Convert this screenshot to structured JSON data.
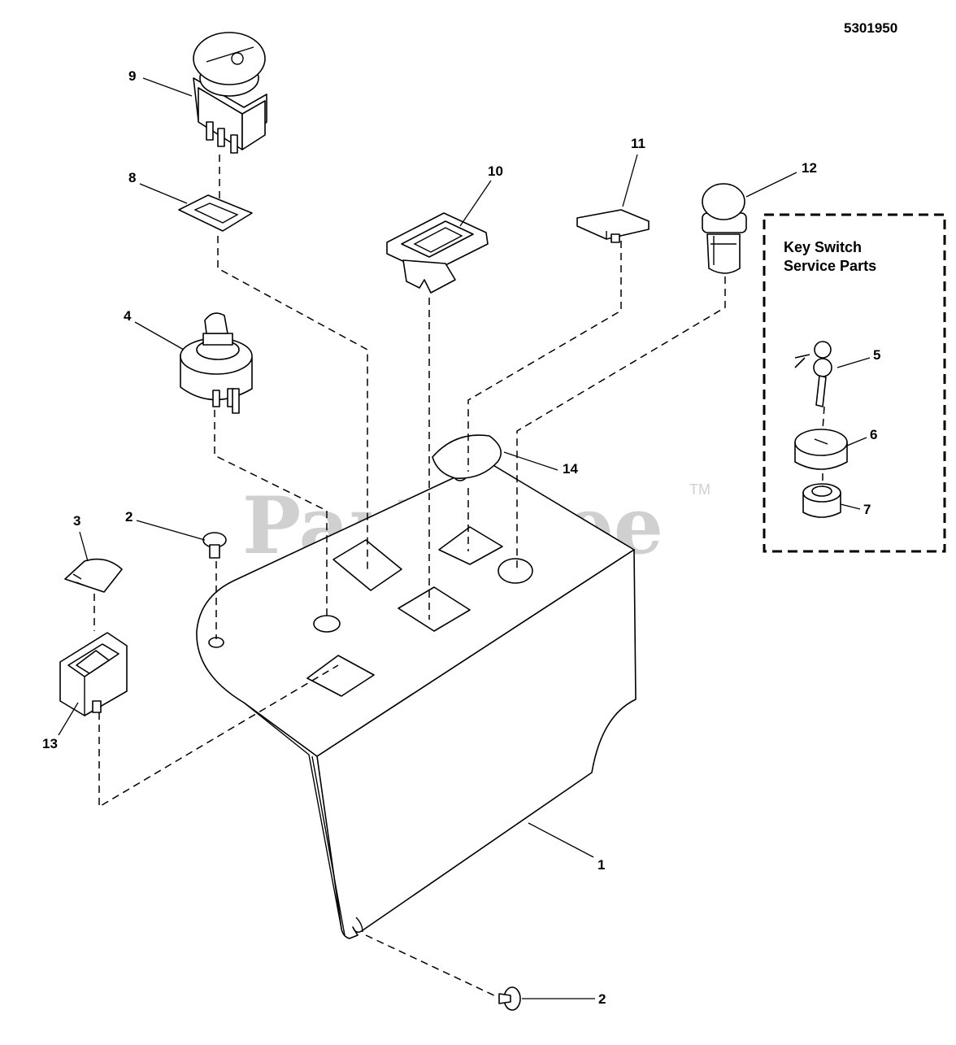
{
  "drawing_number": "5301950",
  "watermark": {
    "text": "PartsTree",
    "tm": "TM"
  },
  "service_box": {
    "title_line1": "Key Switch",
    "title_line2": "Service Parts"
  },
  "callouts": [
    {
      "id": "c1",
      "label": "1"
    },
    {
      "id": "c2a",
      "label": "2"
    },
    {
      "id": "c2b",
      "label": "2"
    },
    {
      "id": "c3",
      "label": "3"
    },
    {
      "id": "c4",
      "label": "4"
    },
    {
      "id": "c5",
      "label": "5"
    },
    {
      "id": "c6",
      "label": "6"
    },
    {
      "id": "c7",
      "label": "7"
    },
    {
      "id": "c8",
      "label": "8"
    },
    {
      "id": "c9",
      "label": "9"
    },
    {
      "id": "c10",
      "label": "10"
    },
    {
      "id": "c11",
      "label": "11"
    },
    {
      "id": "c12",
      "label": "12"
    },
    {
      "id": "c13",
      "label": "13"
    },
    {
      "id": "c14",
      "label": "14"
    }
  ]
}
